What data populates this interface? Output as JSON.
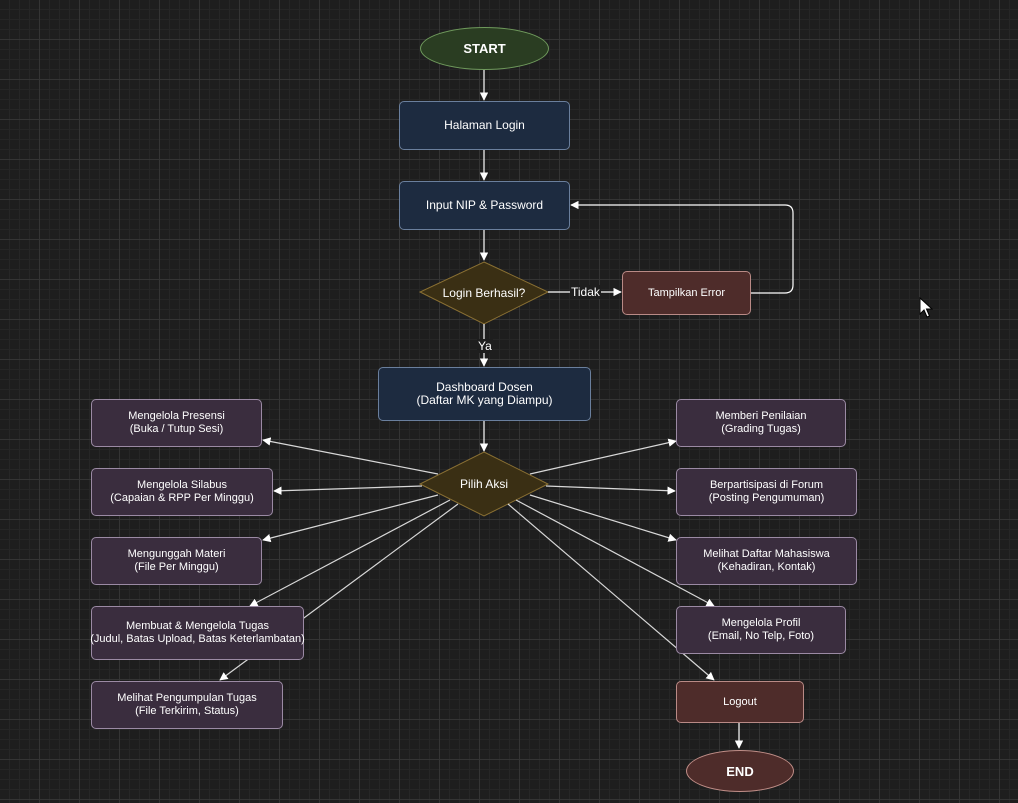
{
  "nodes": {
    "start": "START",
    "halaman_login": "Halaman Login",
    "input_nip": "Input NIP & Password",
    "login_berhasil": "Login Berhasil?",
    "tampilkan_error": "Tampilkan Error",
    "dashboard": {
      "line1": "Dashboard Dosen",
      "line2": "(Daftar MK yang Diampu)"
    },
    "pilih_aksi": "Pilih Aksi",
    "presensi": {
      "line1": "Mengelola Presensi",
      "line2": "(Buka / Tutup Sesi)"
    },
    "silabus": {
      "line1": "Mengelola Silabus",
      "line2": "(Capaian & RPP Per Minggu)"
    },
    "materi": {
      "line1": "Mengunggah Materi",
      "line2": "(File Per Minggu)"
    },
    "tugas": {
      "line1": "Membuat & Mengelola Tugas",
      "line2": "(Judul, Batas Upload, Batas Keterlambatan)"
    },
    "pengumpulan": {
      "line1": "Melihat Pengumpulan Tugas",
      "line2": "(File Terkirim, Status)"
    },
    "penilaian": {
      "line1": "Memberi Penilaian",
      "line2": "(Grading Tugas)"
    },
    "forum": {
      "line1": "Berpartisipasi di Forum",
      "line2": "(Posting Pengumuman)"
    },
    "mahasiswa": {
      "line1": "Melihat Daftar Mahasiswa",
      "line2": "(Kehadiran, Kontak)"
    },
    "profil": {
      "line1": "Mengelola Profil",
      "line2": "(Email, No Telp, Foto)"
    },
    "logout": "Logout",
    "end": "END"
  },
  "edge_labels": {
    "tidak": "Tidak",
    "ya": "Ya"
  },
  "colors": {
    "background": "#1e1e1e",
    "process_fill": "#1d2b40",
    "action_fill": "#3a2d3e",
    "error_fill": "#4e2c2a",
    "start_fill": "#2a3d22",
    "decision_fill": "#3a2f14",
    "decision_stroke": "#8a7033",
    "edge": "#ffffff"
  },
  "icons": {
    "cursor": "mouse-pointer-icon"
  }
}
